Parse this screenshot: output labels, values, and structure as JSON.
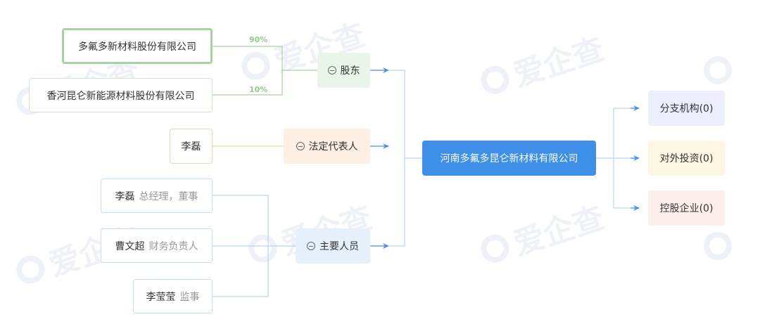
{
  "watermark": {
    "text": "爱企查",
    "icon": "aiqicha-logo-icon"
  },
  "center": {
    "name": "河南多氟多昆仑新材料有限公司"
  },
  "categories": {
    "shareholders": {
      "label": "股东",
      "icon": "collapse-minus-icon"
    },
    "legal_rep": {
      "label": "法定代表人",
      "icon": "collapse-minus-icon"
    },
    "key_personnel": {
      "label": "主要人员",
      "icon": "collapse-minus-icon"
    }
  },
  "shareholders": [
    {
      "name": "多氟多新材料股份有限公司",
      "percent": "90%"
    },
    {
      "name": "香河昆仑新能源材料股份有限公司",
      "percent": "10%"
    }
  ],
  "legal_rep": {
    "name": "李磊"
  },
  "personnel": [
    {
      "name": "李磊",
      "role": "总经理，董事"
    },
    {
      "name": "曹文超",
      "role": "财务负责人"
    },
    {
      "name": "李莹莹",
      "role": "监事"
    }
  ],
  "right_nodes": [
    {
      "label": "分支机构(0)",
      "color": "#eceefb"
    },
    {
      "label": "对外投资(0)",
      "color": "#fdf6e3"
    },
    {
      "label": "控股企业(0)",
      "color": "#fdeeee"
    }
  ],
  "colors": {
    "connector": "#b9d3f0",
    "arrow": "#4a8fe0",
    "green_connector": "#a7d3a0",
    "orange_connector": "#f2d2b0",
    "center_bg": "#3d8fe8",
    "shareholders_bg": "#e9f5e8",
    "legal_rep_bg": "#fdf0e2",
    "personnel_bg": "#e5f0fb"
  }
}
